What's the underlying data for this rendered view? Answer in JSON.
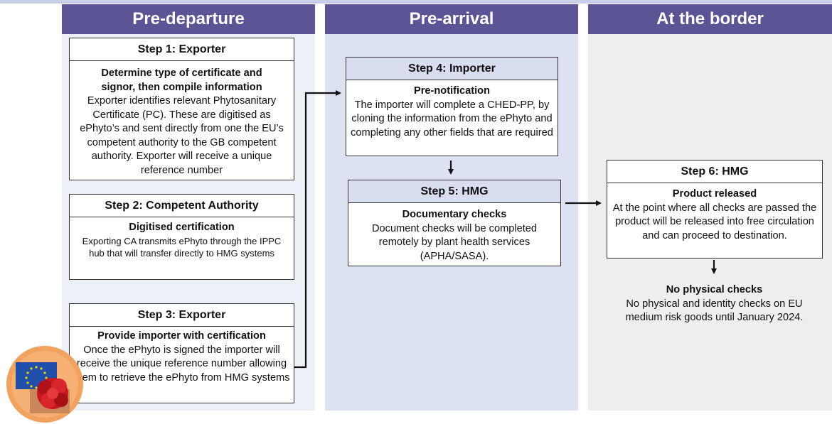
{
  "columns": [
    {
      "title": "Pre-departure",
      "bg": "#eef0f8"
    },
    {
      "title": "Pre-arrival",
      "bg": "#dde2f2"
    },
    {
      "title": "At the border",
      "bg": "#eeeeef"
    }
  ],
  "steps": [
    {
      "heading": "Step 1: Exporter",
      "subheading": "Determine type of certificate and signor, then compile information",
      "body": "Exporter identifies relevant Phytosanitary Certificate (PC). These are digitised as ePhyto’s and sent directly from one the EU’s competent authority to the GB competent authority. Exporter will receive a unique reference number"
    },
    {
      "heading": "Step 2: Competent Authority",
      "subheading": "Digitised certification",
      "body": "Exporting CA transmits ePhyto through the IPPC hub that will transfer directly to HMG systems"
    },
    {
      "heading": "Step 3: Exporter",
      "subheading": "Provide importer with certification",
      "body": "Once the ePhyto is signed the importer will receive the unique reference number allowing them to retrieve the ePhyto from HMG systems"
    },
    {
      "heading": "Step 4: Importer",
      "subheading": "Pre-notification",
      "body": "The importer will complete a CHED-PP, by cloning the information from the ePhyto and completing any other fields that are required"
    },
    {
      "heading": "Step 5: HMG",
      "subheading": "Documentary checks",
      "body": "Document checks will be completed remotely by plant health services (APHA/SASA)."
    },
    {
      "heading": "Step 6: HMG",
      "subheading": "Product released",
      "body": "At the point where all checks are passed the product will be released into free circulation and can proceed to destination."
    }
  ],
  "outcome": {
    "subheading": "No physical checks",
    "body": "No physical and identity checks on EU medium risk goods until January 2024."
  },
  "colors": {
    "header": "#5b5596",
    "tint": "#d9ddf0",
    "logo_ring": "#f0a060",
    "flag": "#1f4fa8",
    "flower": "#c8181e"
  },
  "logo": {
    "icons": [
      "eu-flag-icon",
      "carnation-flower-icon"
    ]
  }
}
